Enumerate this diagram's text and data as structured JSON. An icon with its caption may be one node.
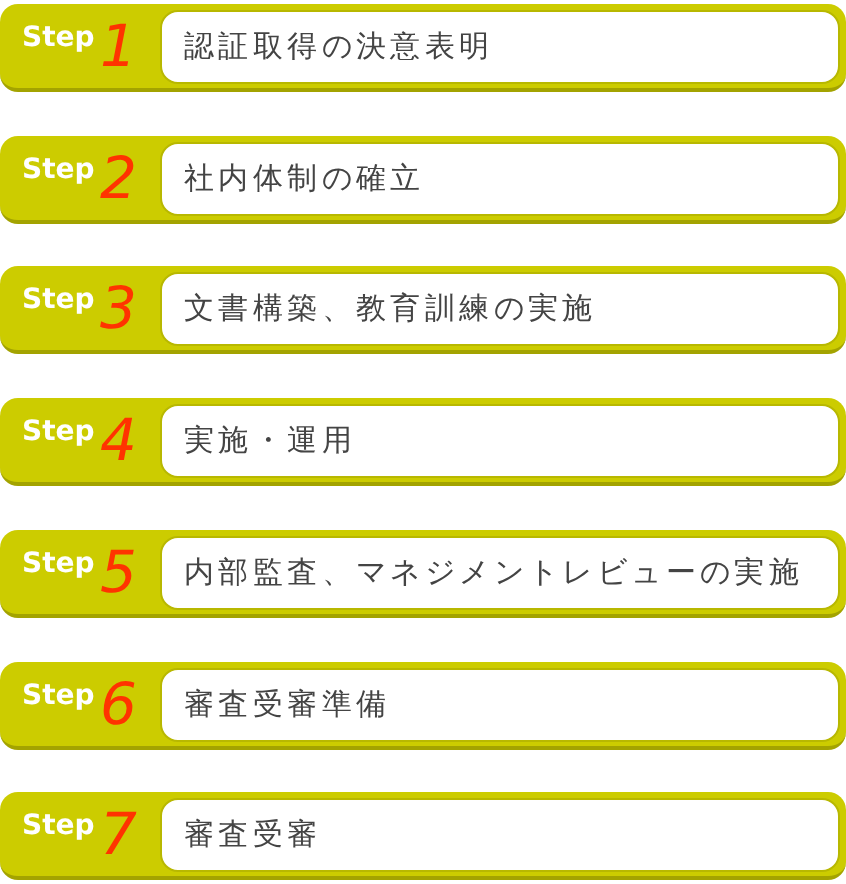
{
  "diagram": {
    "nodes": [
      {
        "text": [
          "Step",
          "1"
        ]
      },
      {
        "text": [
          "認証取得の決意表明"
        ],
        "in": 0
      },
      {
        "text": [
          "Step",
          "2"
        ]
      },
      {
        "text": [
          "社内体制の確立"
        ],
        "in": 2
      },
      {
        "text": [
          "Step",
          "3"
        ]
      },
      {
        "text": [
          "文書構築、教育訓練の実施"
        ],
        "in": 4
      },
      {
        "text": [
          "Step",
          "4"
        ]
      },
      {
        "text": [
          "実施・運用"
        ],
        "in": 6
      },
      {
        "text": [
          "Step",
          "5"
        ]
      },
      {
        "text": [
          "内部監査、マネジメントレビューの実施"
        ],
        "in": 8
      },
      {
        "text": [
          "Step",
          "6"
        ]
      },
      {
        "text": [
          "審査受審準備"
        ],
        "in": 10
      },
      {
        "text": [
          "Step",
          "7"
        ]
      },
      {
        "text": [
          "審査受審"
        ],
        "in": 12
      }
    ]
  }
}
